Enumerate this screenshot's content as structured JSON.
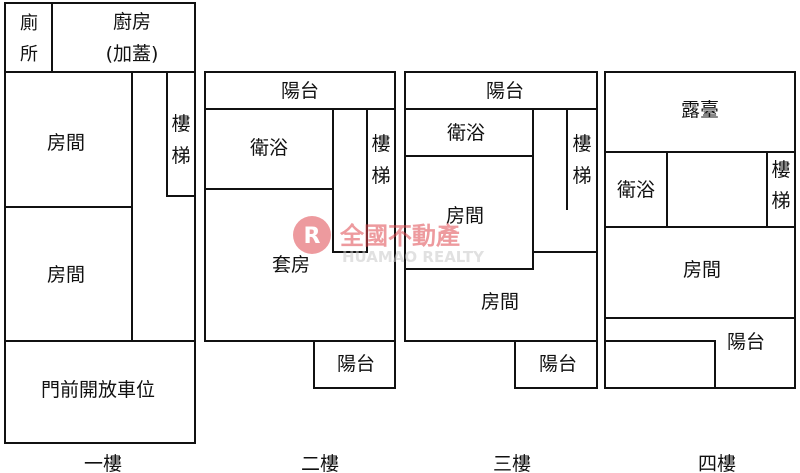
{
  "colors": {
    "line": "#111111",
    "watermark": "#e0484f",
    "background": "#ffffff"
  },
  "floors": [
    {
      "label": "一樓",
      "rooms": {
        "toilet": "廁所",
        "kitchen": "廚房",
        "kitchen_note": "(加蓋)",
        "stairs": "樓梯",
        "room_upper": "房間",
        "room_lower": "房間",
        "parking": "門前開放車位"
      }
    },
    {
      "label": "二樓",
      "rooms": {
        "balcony_top": "陽台",
        "bath": "衛浴",
        "stairs": "樓梯",
        "suite": "套房",
        "balcony_bottom": "陽台"
      }
    },
    {
      "label": "三樓",
      "rooms": {
        "balcony_top": "陽台",
        "bath": "衛浴",
        "stairs": "樓梯",
        "room_inner": "房間",
        "room_main": "房間",
        "balcony_bottom": "陽台"
      }
    },
    {
      "label": "四樓",
      "rooms": {
        "terrace": "露臺",
        "bath": "衛浴",
        "stairs": "樓梯",
        "room": "房間",
        "balcony": "陽台"
      }
    }
  ],
  "watermark": {
    "brand": "全國不動產",
    "latin": "HUAMAO REALTY",
    "logo_icon": "r-logo-icon"
  }
}
